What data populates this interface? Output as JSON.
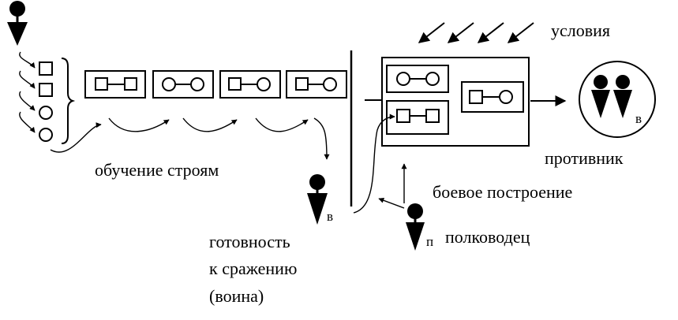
{
  "labels": {
    "conditions": "условия",
    "enemy": "противник",
    "training": "обучение строям",
    "battle_formation": "боевое построение",
    "readiness_line1": "готовность",
    "readiness_line2": "к сражению",
    "readiness_line3": "(воина)",
    "commander": "полководец"
  },
  "markers": {
    "warrior": "в",
    "commander": "п",
    "enemy": "в"
  },
  "icons": [
    "warrior-figure-icon",
    "commander-figure-icon",
    "enemy-figure-icon",
    "arrow-icon"
  ]
}
